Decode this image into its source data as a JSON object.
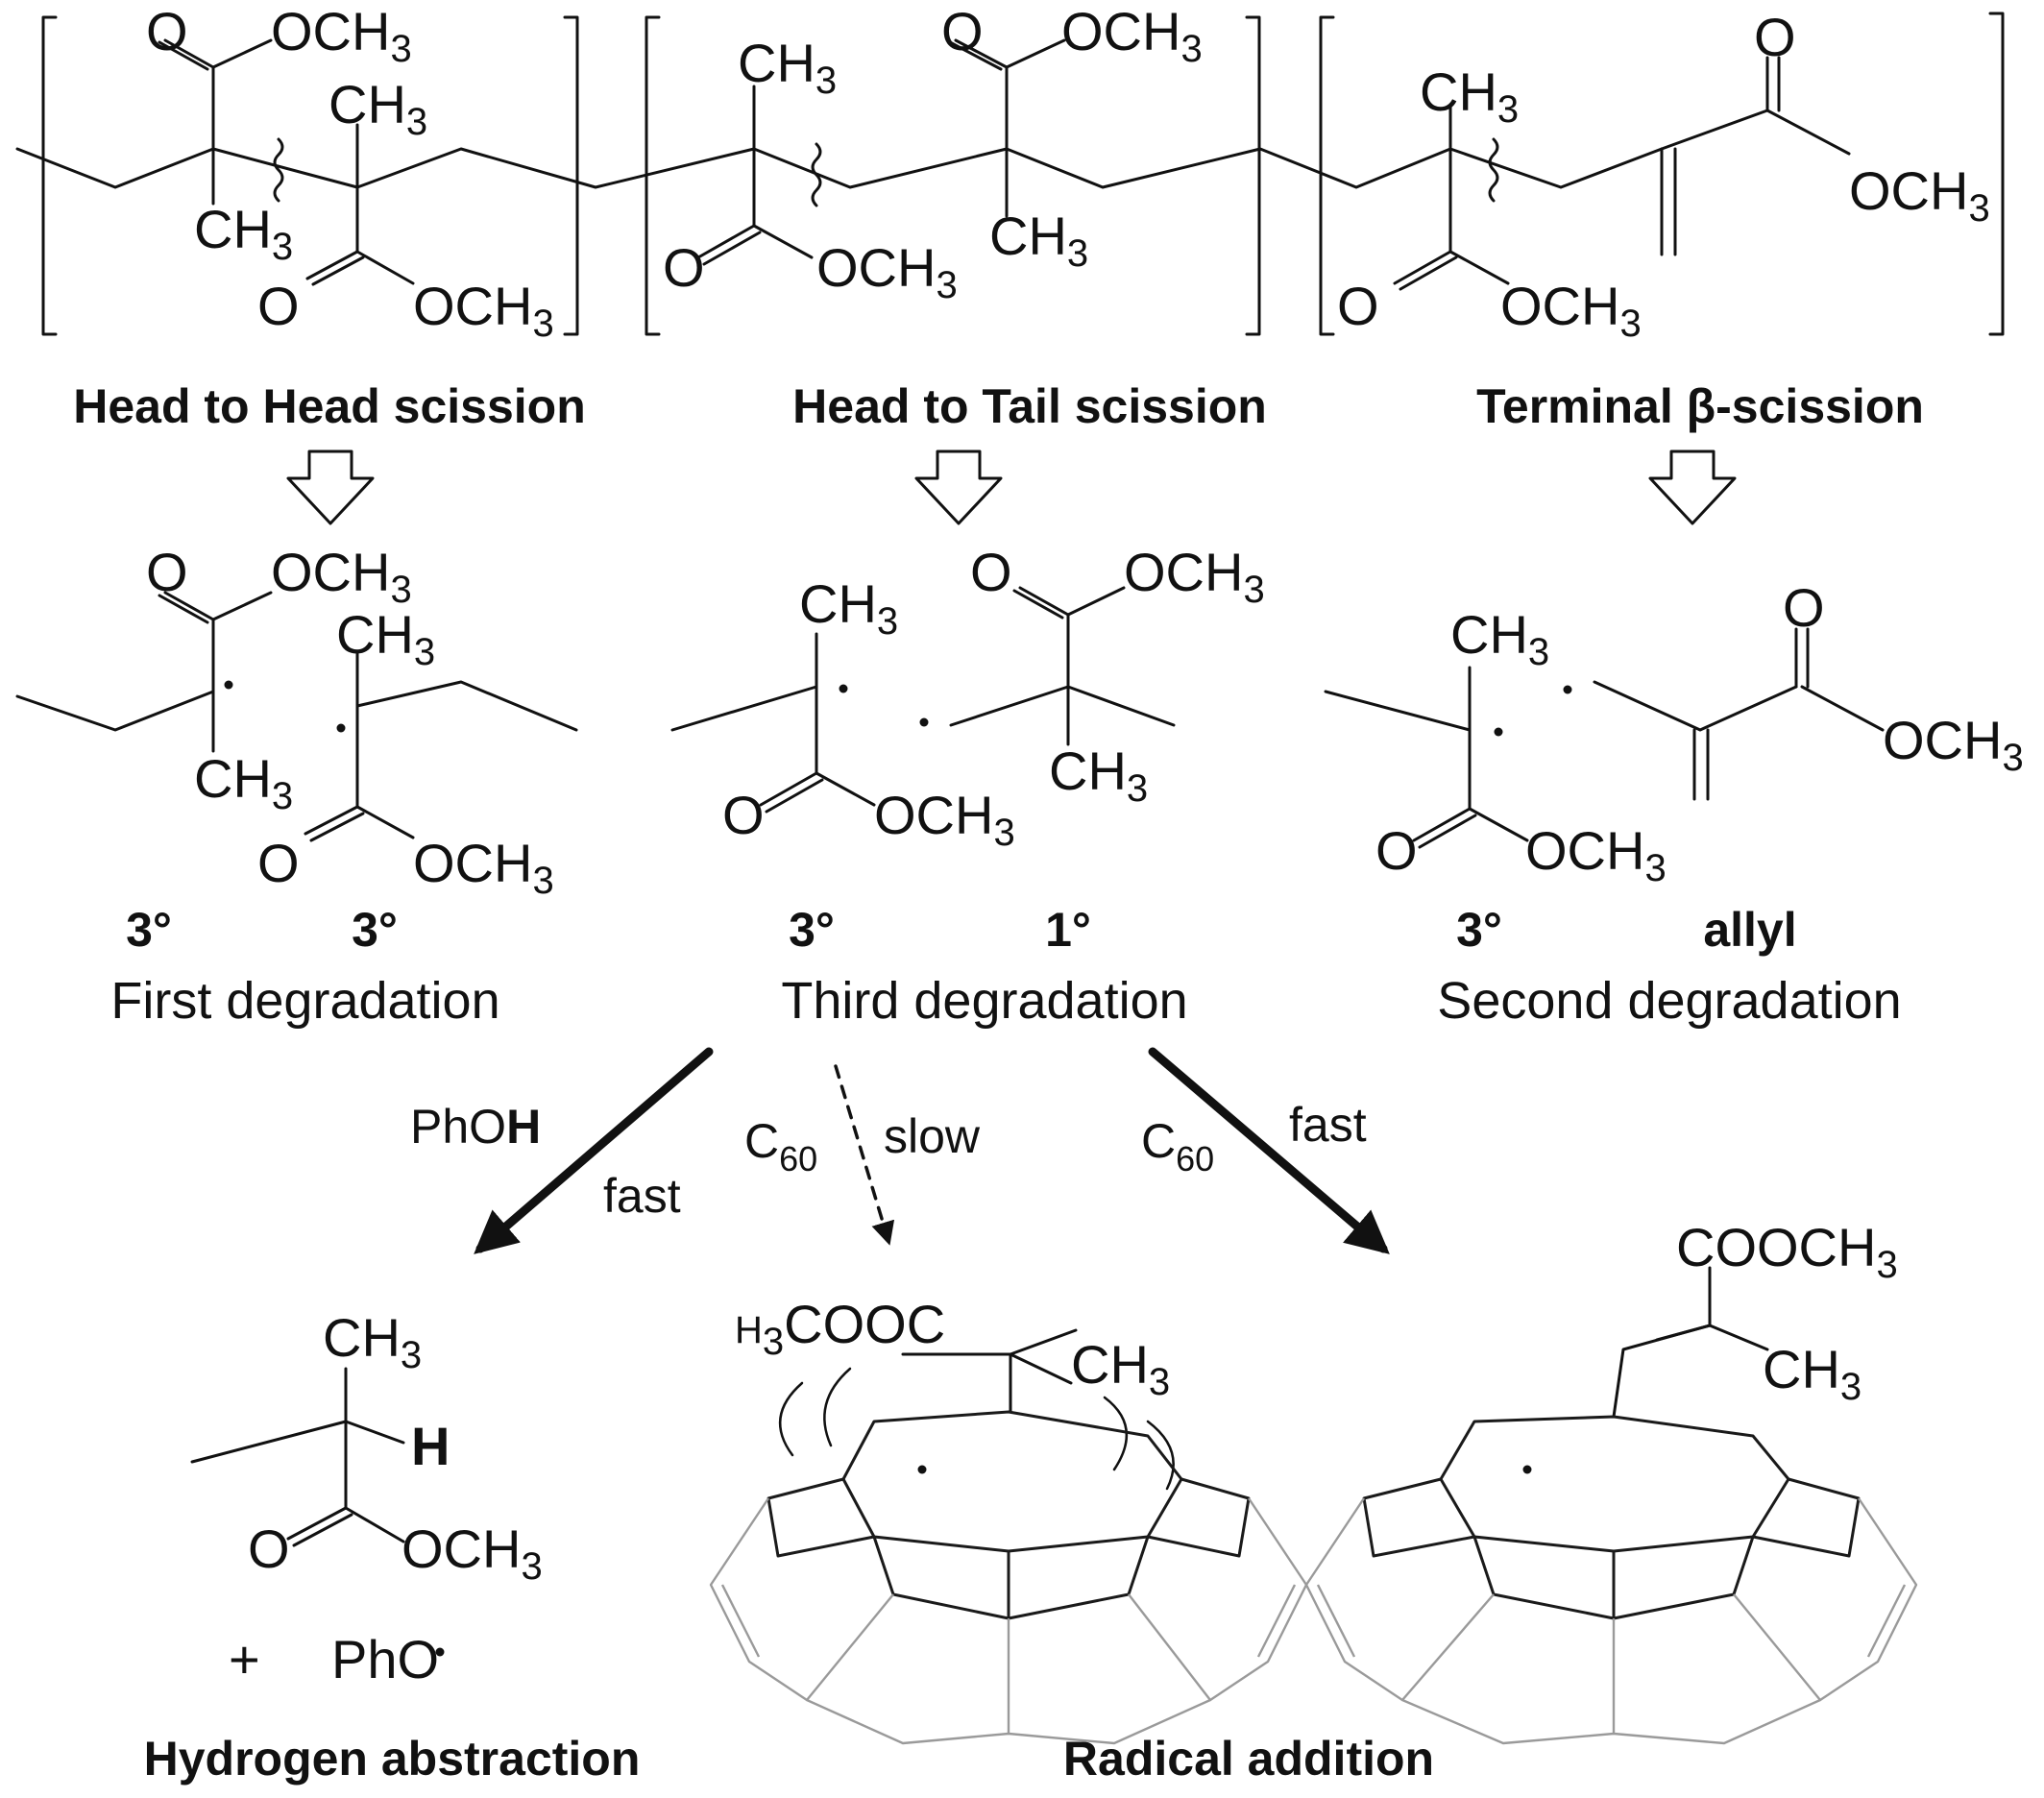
{
  "atoms": {
    "ester_o": "O",
    "och3": "OCH",
    "ch3": "CH",
    "sub3": "3",
    "h": "H",
    "cooch3": "COOCH",
    "h3cooc_h": "H",
    "h3cooc_rest": "COOC",
    "plus": "+",
    "pho": "PhO"
  },
  "scissions": {
    "head_to_head": "Head to Head scission",
    "head_to_tail": "Head to Tail scission",
    "terminal": "Terminal β-scission"
  },
  "radicals": {
    "first": {
      "left": "3°",
      "right": "3°",
      "label": "First degradation"
    },
    "third": {
      "left": "3°",
      "right": "1°",
      "label": "Third degradation"
    },
    "second": {
      "left": "3°",
      "right": "allyl",
      "label": "Second degradation"
    }
  },
  "conditions": {
    "phoh_pho": "PhO",
    "phoh_h": "H",
    "fast_left": "fast",
    "c60_slow_c": "C",
    "c60_slow_sub": "60",
    "slow": "slow",
    "c60_fast_c": "C",
    "c60_fast_sub": "60",
    "fast_right": "fast"
  },
  "products": {
    "hydrogen_abstraction": "Hydrogen abstraction",
    "radical_addition": "Radical addition"
  }
}
